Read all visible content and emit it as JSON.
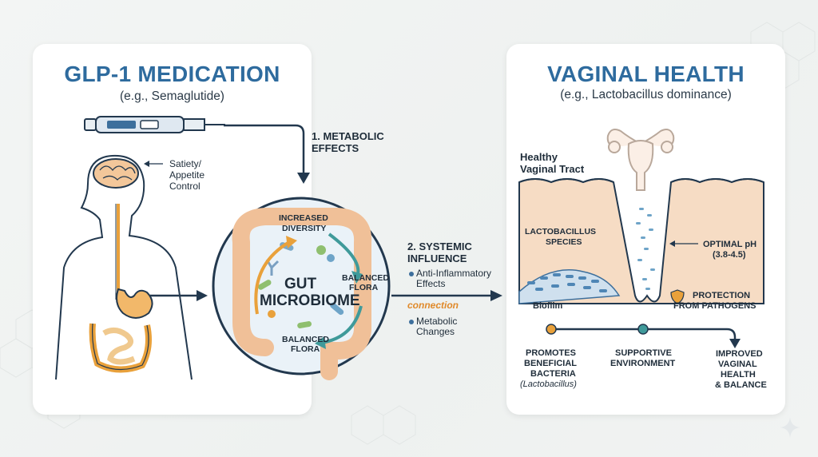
{
  "left": {
    "title": "GLP-1 MEDICATION",
    "subtitle": "(e.g., Semaglutide)",
    "satiety_label_line1": "Satiety/",
    "satiety_label_line2": "Appetite",
    "satiety_label_line3": "Control"
  },
  "flow": {
    "step1_line1": "1. METABOLIC",
    "step1_line2": "EFFECTS",
    "step2_line1": "2. SYSTEMIC",
    "step2_line2": "INFLUENCE",
    "bullet1_line1": "Anti-Inflammatory",
    "bullet1_line2": "Effects",
    "connection": "connection",
    "bullet2_line1": "Metabolic",
    "bullet2_line2": "Changes"
  },
  "gut": {
    "title_line1": "GUT",
    "title_line2": "MICROBIOME",
    "top_line1": "INCREASED",
    "top_line2": "DIVERSITY",
    "right_line1": "BALANCED",
    "right_line2": "FLORA",
    "bottom_line1": "BALANCED",
    "bottom_line2": "FLORA"
  },
  "right": {
    "title": "VAGINAL HEALTH",
    "subtitle": "(e.g., Lactobacillus dominance)",
    "tract_line1": "Healthy",
    "tract_line2": "Vaginal Tract",
    "lacto_line1": "LACTOBACILLUS",
    "lacto_line2": "SPECIES",
    "biofilm": "Biofilm",
    "ph_line1": "OPTIMAL pH",
    "ph_line2": "(3.8-4.5)",
    "protect_line1": "PROTECTION",
    "protect_line2": "FROM PATHOGENS",
    "out1_line1": "PROMOTES",
    "out1_line2": "BENEFICIAL",
    "out1_line3": "BACTERIA",
    "out1_line4": "(Lactobacillus)",
    "out2_line1": "SUPPORTIVE",
    "out2_line2": "ENVIRONMENT",
    "out3_line1": "IMPROVED",
    "out3_line2": "VAGINAL",
    "out3_line3": "HEALTH",
    "out3_line4": "& BALANCE"
  },
  "colors": {
    "title_blue": "#2e6b9e",
    "arrow_navy": "#22384e",
    "orange": "#e9a13b",
    "teal": "#3f9a9a",
    "skin": "#f6dcc4"
  },
  "icons": [
    "injection-pen-icon",
    "brain-icon",
    "stomach-icon",
    "intestine-icon",
    "uterus-icon",
    "bacteria-icon",
    "sparkle-icon"
  ]
}
